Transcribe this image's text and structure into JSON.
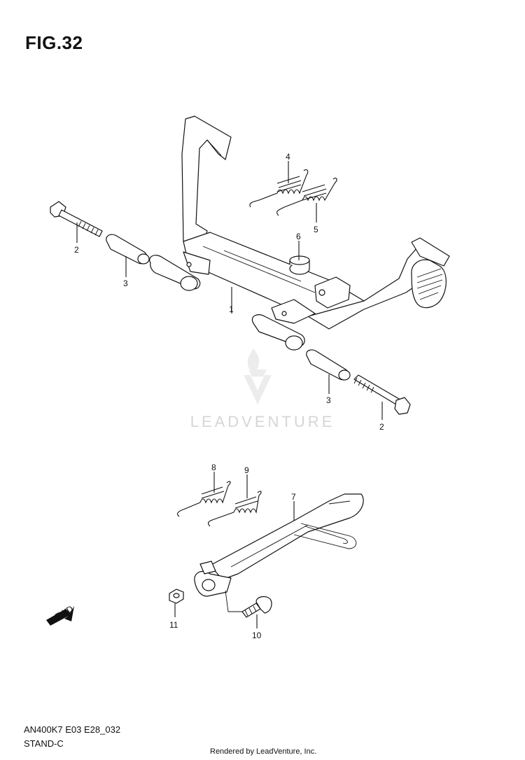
{
  "figure": {
    "title": "FIG.32"
  },
  "callouts": [
    "1",
    "2",
    "3",
    "4",
    "5",
    "6",
    "3",
    "2",
    "8",
    "9",
    "7",
    "11",
    "10"
  ],
  "fwd_label": "FWD",
  "watermark": "LEADVENTURE",
  "footer": {
    "code": "AN400K7 E03 E28_032",
    "subtitle": "STAND-C",
    "rendered_by": "Rendered by LeadVenture, Inc."
  }
}
